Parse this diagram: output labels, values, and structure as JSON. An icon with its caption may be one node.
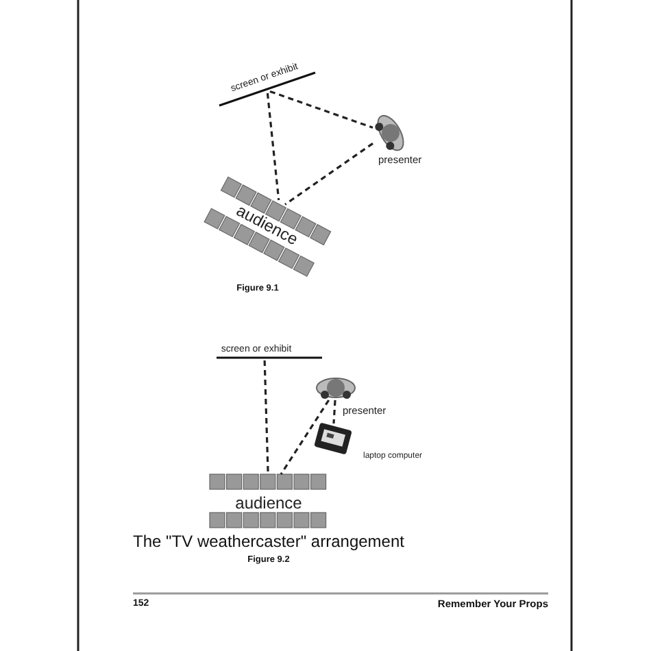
{
  "diagram": {
    "nodes": [
      {
        "text": [
          "screen or exhibit"
        ]
      },
      {
        "text": [
          "presenter"
        ]
      },
      {
        "text": [
          "audience"
        ]
      },
      {
        "text": [
          "screen or exhibit"
        ]
      },
      {
        "text": [
          "presenter"
        ]
      },
      {
        "text": [
          "laptop computer"
        ]
      },
      {
        "text": [
          "audience"
        ]
      }
    ],
    "edges": [
      {
        "from": 0,
        "to": 1,
        "arrow": "none",
        "style": "dashed"
      },
      {
        "from": 0,
        "to": 2,
        "arrow": "none",
        "style": "dashed"
      },
      {
        "from": 1,
        "to": 2,
        "arrow": "none",
        "style": "dashed"
      },
      {
        "from": 3,
        "to": 6,
        "arrow": "none",
        "style": "dashed"
      },
      {
        "from": 4,
        "to": 6,
        "arrow": "none",
        "style": "dashed"
      },
      {
        "from": 4,
        "to": 5,
        "arrow": "none",
        "style": "dashed"
      }
    ],
    "labels": [
      "Figure 9.1",
      "The \"TV weathercaster\" arrangement",
      "Figure 9.2",
      "152",
      "Remember Your Props"
    ]
  }
}
